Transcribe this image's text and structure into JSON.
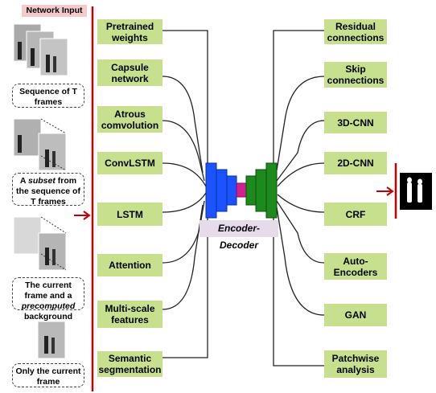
{
  "network_input": {
    "title": "Network Input",
    "captions": [
      "Sequence of T frames",
      {
        "pre": "A ",
        "em": "subset",
        "post": " from the sequence of T frames"
      },
      {
        "pre": "The current frame and a ",
        "em": "precomputed",
        "post": " background"
      },
      "Only the current frame"
    ]
  },
  "left_boxes": [
    "Pretrained weights",
    "Capsule network",
    "Atrous comvolution",
    "ConvLSTM",
    "LSTM",
    "Attention",
    "Multi-scale features",
    "Semantic segmentation"
  ],
  "right_boxes": [
    "Residual connections",
    "Skip connections",
    "3D-CNN",
    "2D-CNN",
    "CRF",
    "Auto-Encoders",
    "GAN",
    "Patchwise analysis"
  ],
  "center_label": "Encoder-Decoder",
  "colors": {
    "encoder": "#1a53ff",
    "bottleneck": "#d1208f",
    "decoder": "#1c8a1c",
    "divider": "#c00000",
    "box": "#c6e08d"
  }
}
